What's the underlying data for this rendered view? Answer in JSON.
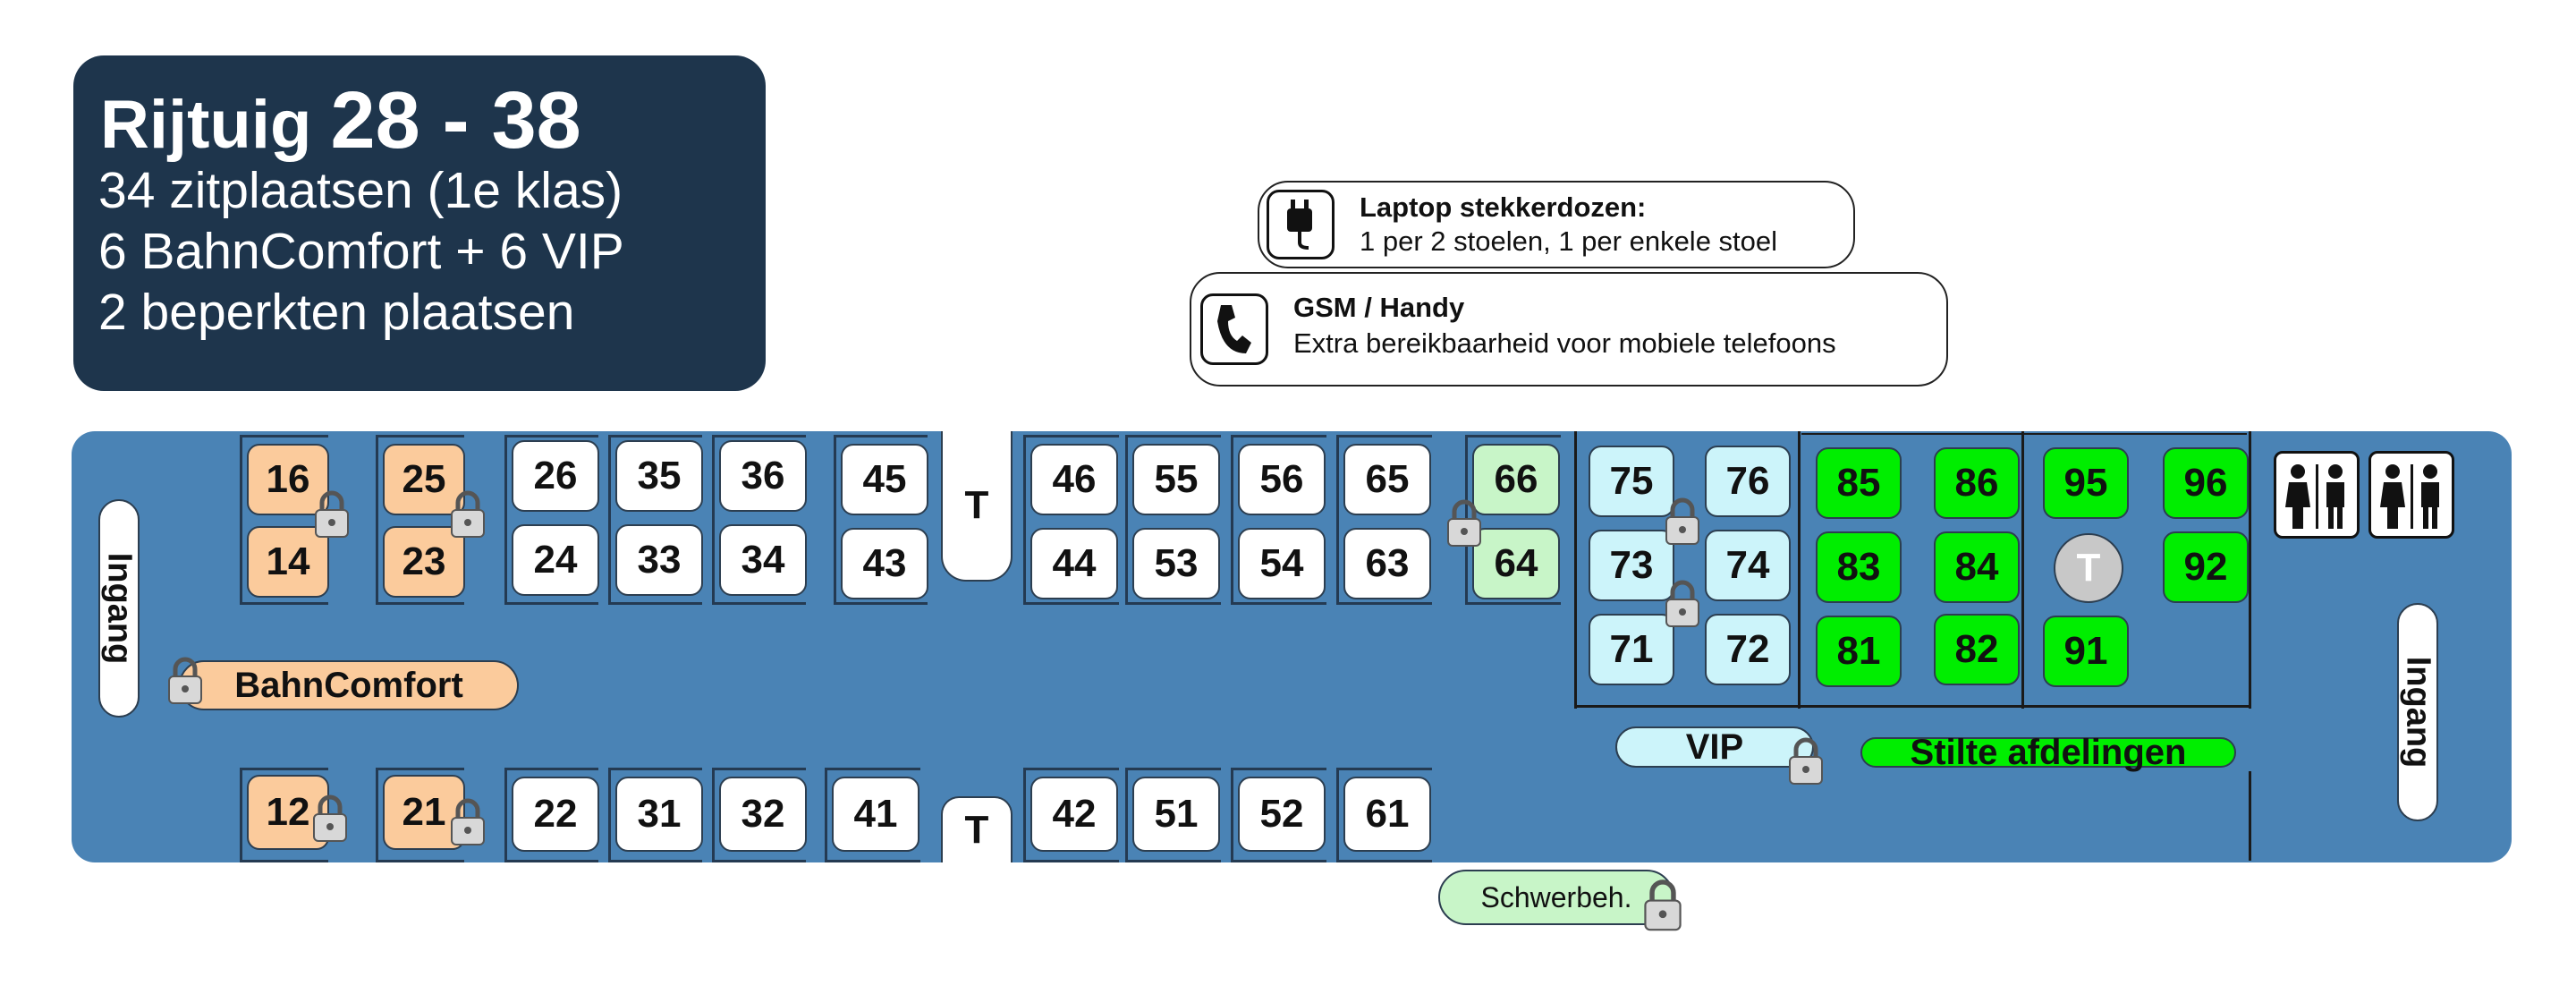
{
  "header": {
    "title_word": "Rijtuig",
    "title_numbers": "28 - 38",
    "line1": "34 zitplaatsen (1e klas)",
    "line2": "6 BahnComfort + 6 VIP",
    "line3": "2 beperkten plaatsen"
  },
  "legend": {
    "laptop": {
      "title": "Laptop stekkerdozen:",
      "desc": "1 per 2 stoelen, 1 per enkele stoel",
      "icon": "plug-icon"
    },
    "gsm": {
      "title": "GSM / Handy",
      "desc": "Extra bereikbaarheid voor mobiele telefoons",
      "icon": "phone-icon"
    }
  },
  "labels": {
    "ingang_left": "Ingang",
    "ingang_right": "Ingang",
    "bahncomfort": "BahnComfort",
    "vip": "VIP",
    "stilte": "Stilte afdelingen",
    "schwerbeh": "Schwerbeh.",
    "table": "T"
  },
  "colors": {
    "coach": "#4a83b5",
    "header": "#1e354c",
    "bahncomfort": "#fbcb9c",
    "standard": "#ffffff",
    "schwerbeh": "#c8f5c8",
    "vip": "#ccf4fa",
    "stilte": "#00ee00",
    "toilet_table": "#c8c8c8"
  },
  "seats": {
    "s16": "16",
    "s14": "14",
    "s25": "25",
    "s23": "23",
    "s26": "26",
    "s24": "24",
    "s35": "35",
    "s33": "33",
    "s36": "36",
    "s34": "34",
    "s45": "45",
    "s43": "43",
    "s46": "46",
    "s44": "44",
    "s55": "55",
    "s53": "53",
    "s56": "56",
    "s54": "54",
    "s65": "65",
    "s63": "63",
    "s66": "66",
    "s64": "64",
    "s75": "75",
    "s73": "73",
    "s71": "71",
    "s76": "76",
    "s74": "74",
    "s72": "72",
    "s85": "85",
    "s83": "83",
    "s81": "81",
    "s86": "86",
    "s84": "84",
    "s82": "82",
    "s95": "95",
    "s91": "91",
    "s96": "96",
    "s92": "92",
    "s12": "12",
    "s21": "21",
    "s22": "22",
    "s31": "31",
    "s32": "32",
    "s41": "41",
    "s42": "42",
    "s51": "51",
    "s52": "52",
    "s61": "61"
  }
}
